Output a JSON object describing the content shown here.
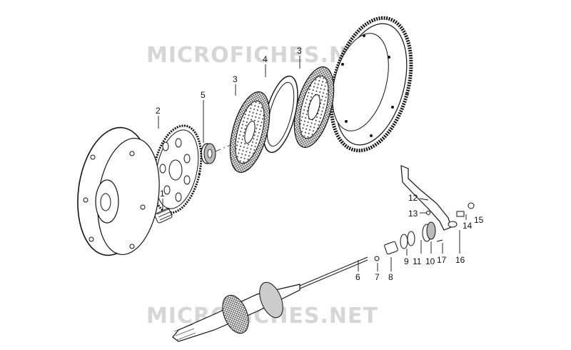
{
  "watermark": {
    "top": "MICROFICHES.NET",
    "bottom": "MICROFICHES.NET"
  },
  "callouts": [
    "1",
    "2",
    "3",
    "3",
    "4",
    "5",
    "6",
    "7",
    "8",
    "9",
    "10",
    "11",
    "12",
    "13",
    "14",
    "15",
    "16",
    "17"
  ],
  "colors": {
    "line": "#1a1a1a",
    "watermark": "#d6d6d6",
    "background": "#ffffff"
  }
}
